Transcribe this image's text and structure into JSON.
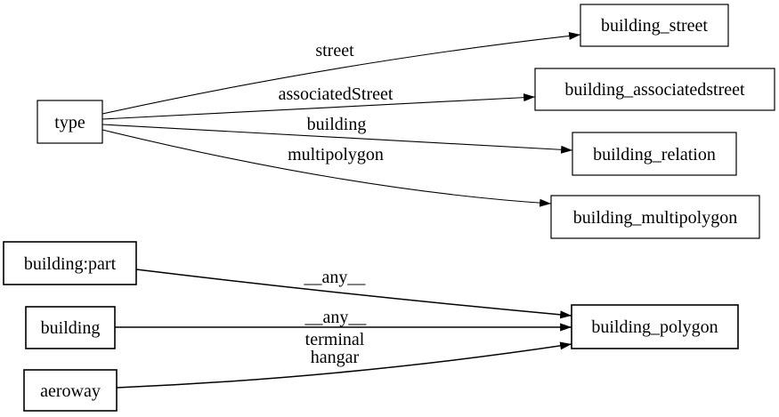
{
  "diagram": {
    "type": "directed-graph",
    "colors": {
      "background": "#ffffff",
      "node_fill": "#ffffff",
      "node_border": "#000000",
      "edge": "#000000",
      "text": "#000000"
    },
    "nodes": {
      "type": {
        "label": "type"
      },
      "building_street": {
        "label": "building_street"
      },
      "building_associatedstreet": {
        "label": "building_associatedstreet"
      },
      "building_relation": {
        "label": "building_relation"
      },
      "building_multipolygon": {
        "label": "building_multipolygon"
      },
      "building_part": {
        "label": "building:part"
      },
      "building": {
        "label": "building"
      },
      "aeroway": {
        "label": "aeroway"
      },
      "building_polygon": {
        "label": "building_polygon"
      }
    },
    "edge_labels": {
      "street": "street",
      "associated_street": "associatedStreet",
      "building": "building",
      "multipolygon": "multipolygon",
      "any_part": "__any__",
      "any_building": "__any__",
      "terminal": "terminal",
      "hangar": "hangar"
    },
    "edges": [
      {
        "from": "type",
        "to": "building_street",
        "label": "street"
      },
      {
        "from": "type",
        "to": "building_associatedstreet",
        "label": "associatedStreet"
      },
      {
        "from": "type",
        "to": "building_relation",
        "label": "building"
      },
      {
        "from": "type",
        "to": "building_multipolygon",
        "label": "multipolygon"
      },
      {
        "from": "building:part",
        "to": "building_polygon",
        "label": "__any__"
      },
      {
        "from": "building",
        "to": "building_polygon",
        "label": "__any__"
      },
      {
        "from": "aeroway",
        "to": "building_polygon",
        "label": "terminal\nhangar"
      }
    ]
  }
}
